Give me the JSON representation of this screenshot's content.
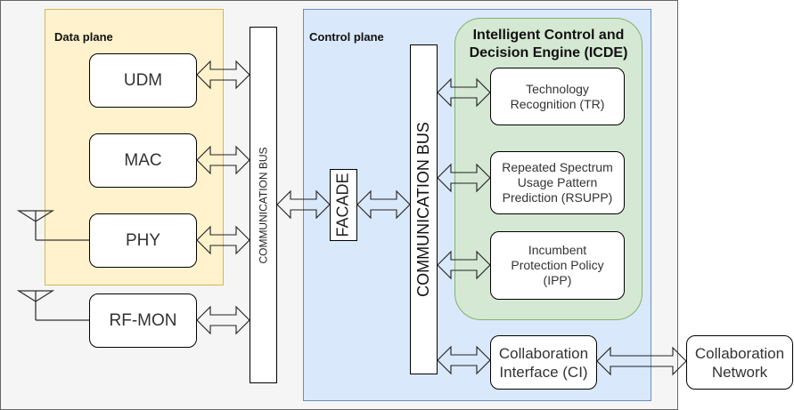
{
  "data_plane": {
    "title": "Data plane",
    "blocks": [
      {
        "label": "UDM"
      },
      {
        "label": "MAC"
      },
      {
        "label": "PHY"
      }
    ]
  },
  "rf_mon": {
    "label": "RF-MON"
  },
  "left_bus": {
    "label": "COMMUNICATION BUS"
  },
  "control_plane": {
    "title": "Control plane",
    "facade": {
      "label": "FACADE"
    },
    "bus": {
      "label": "COMMUNICATION BUS"
    },
    "icde": {
      "title_line1": "Intelligent Control and",
      "title_line2": "Decision Engine (ICDE)",
      "modules": [
        {
          "line1": "Technology",
          "line2": "Recognition (TR)"
        },
        {
          "line1": "Repeated Spectrum",
          "line2": "Usage Pattern",
          "line3": "Prediction (RSUPP)"
        },
        {
          "line1": "Incumbent",
          "line2": "Protection Policy",
          "line3": "(IPP)"
        }
      ]
    },
    "collab_interface": {
      "line1": "Collaboration",
      "line2": "Interface (CI)"
    }
  },
  "collab_network": {
    "line1": "Collaboration",
    "line2": "Network"
  },
  "icons": {
    "antenna": "antenna-icon",
    "double_arrow": "double-arrow-icon"
  }
}
